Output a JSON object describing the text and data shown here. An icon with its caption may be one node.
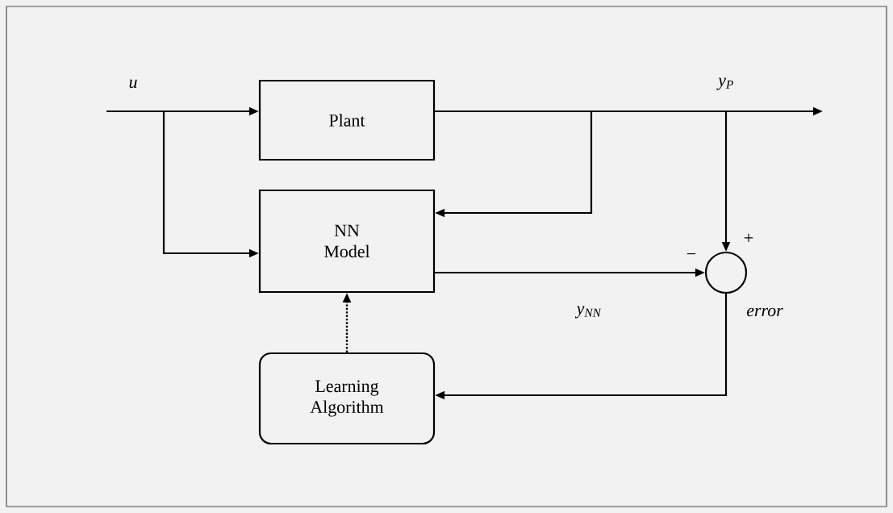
{
  "diagram": {
    "nodes": [
      {
        "text": [
          "Plant"
        ]
      },
      {
        "text": [
          "NN Model"
        ]
      },
      {
        "text": [
          "Learning Algorithm"
        ]
      },
      {
        "text": [],
        "shape": "circle",
        "beside": [
          "+",
          "−"
        ]
      }
    ],
    "edges": [
      {
        "from": null,
        "to": 0,
        "arrow": "to",
        "label": "u"
      },
      {
        "from": null,
        "to": 1,
        "arrow": "to"
      },
      {
        "from": 0,
        "to": null,
        "arrow": "to",
        "label": "y$_{P}$"
      },
      {
        "from": 0,
        "to": 1,
        "arrow": "to"
      },
      {
        "from": 0,
        "to": 3,
        "arrow": "to"
      },
      {
        "from": 1,
        "to": 3,
        "arrow": "to",
        "label": "y$_{NN}$"
      },
      {
        "from": 3,
        "to": 2,
        "arrow": "to",
        "label": "error"
      },
      {
        "from": 2,
        "to": 1,
        "arrow": "to",
        "style": "dashed"
      }
    ]
  }
}
